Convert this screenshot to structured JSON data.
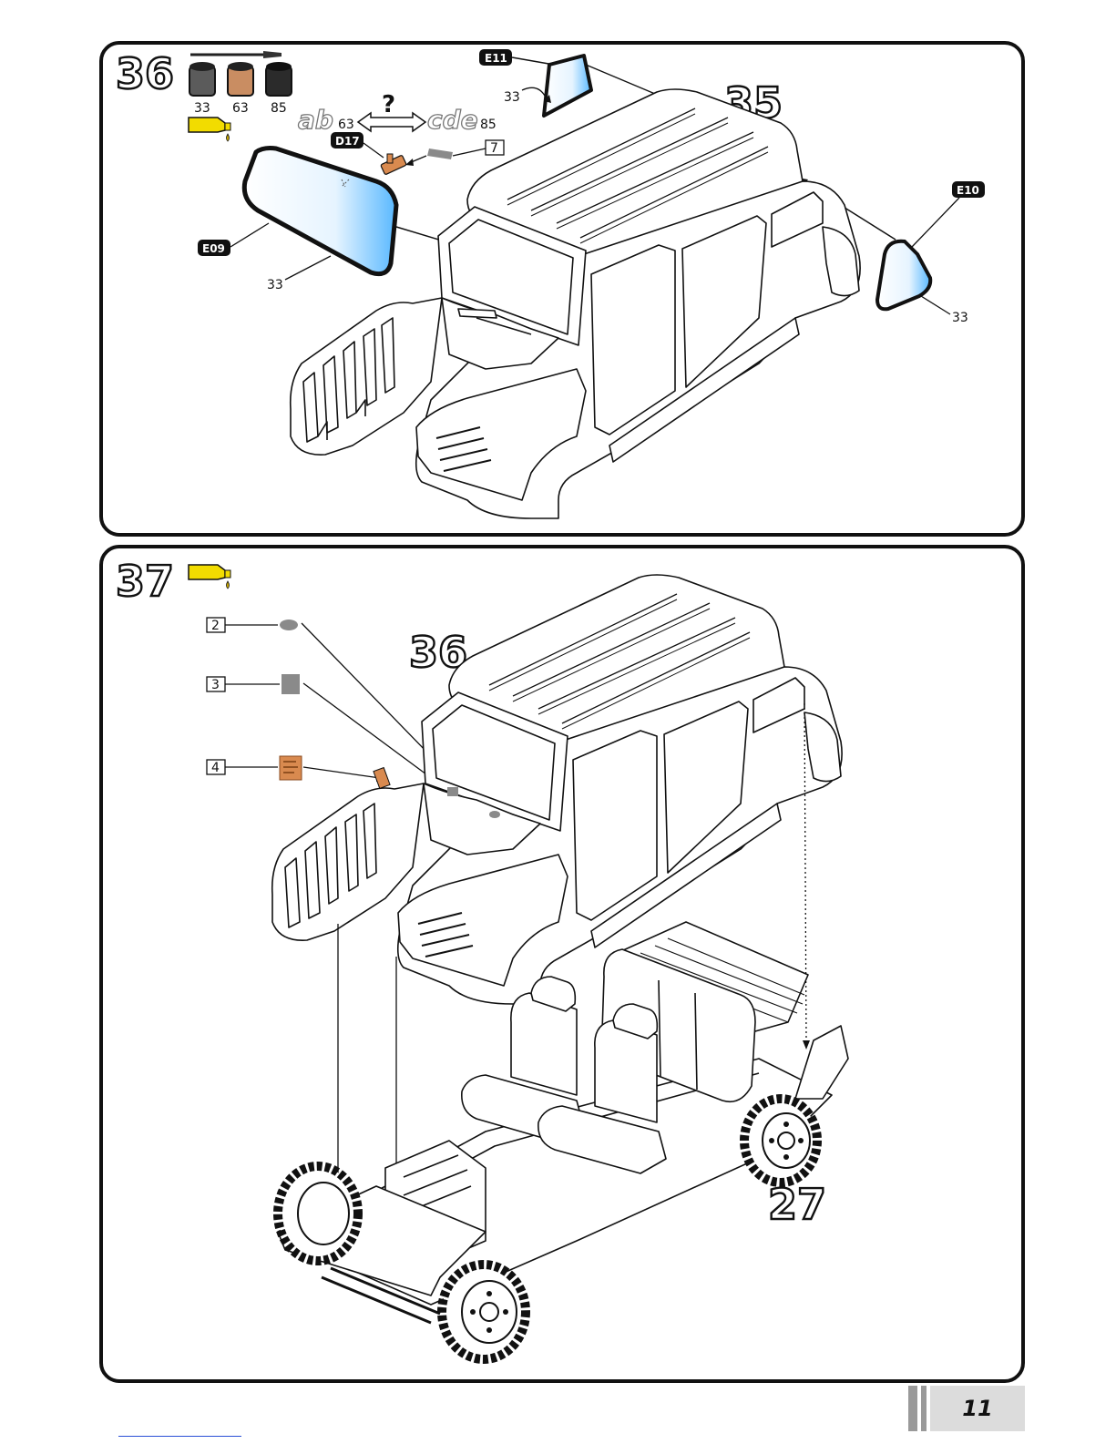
{
  "step36": {
    "number": "36",
    "ref_assembly": "35",
    "paints": [
      "33",
      "63",
      "85"
    ],
    "paint_colors": [
      "#5b5b5b",
      "#c98d62",
      "#2b2b2b"
    ],
    "question_mark": "?",
    "option_left_letters": "ab",
    "option_left_paint": "63",
    "option_right_letters": "cde",
    "option_right_paint": "85",
    "part_E11": "E11",
    "part_E10": "E10",
    "part_E09": "E09",
    "part_D17": "D17",
    "decal_7": "7",
    "paint_E11": "33",
    "paint_E09": "33",
    "paint_E10": "33"
  },
  "step37": {
    "number": "37",
    "ref_body": "36",
    "ref_chassis": "27",
    "decal_2": "2",
    "decal_3": "3",
    "decal_4": "4"
  },
  "page": {
    "number": "11"
  },
  "colors": {
    "glue": "#f2dc00",
    "decal_gray": "#8a8a8a",
    "decal_orange": "#d98a4f",
    "glass": "#58b8ff"
  }
}
